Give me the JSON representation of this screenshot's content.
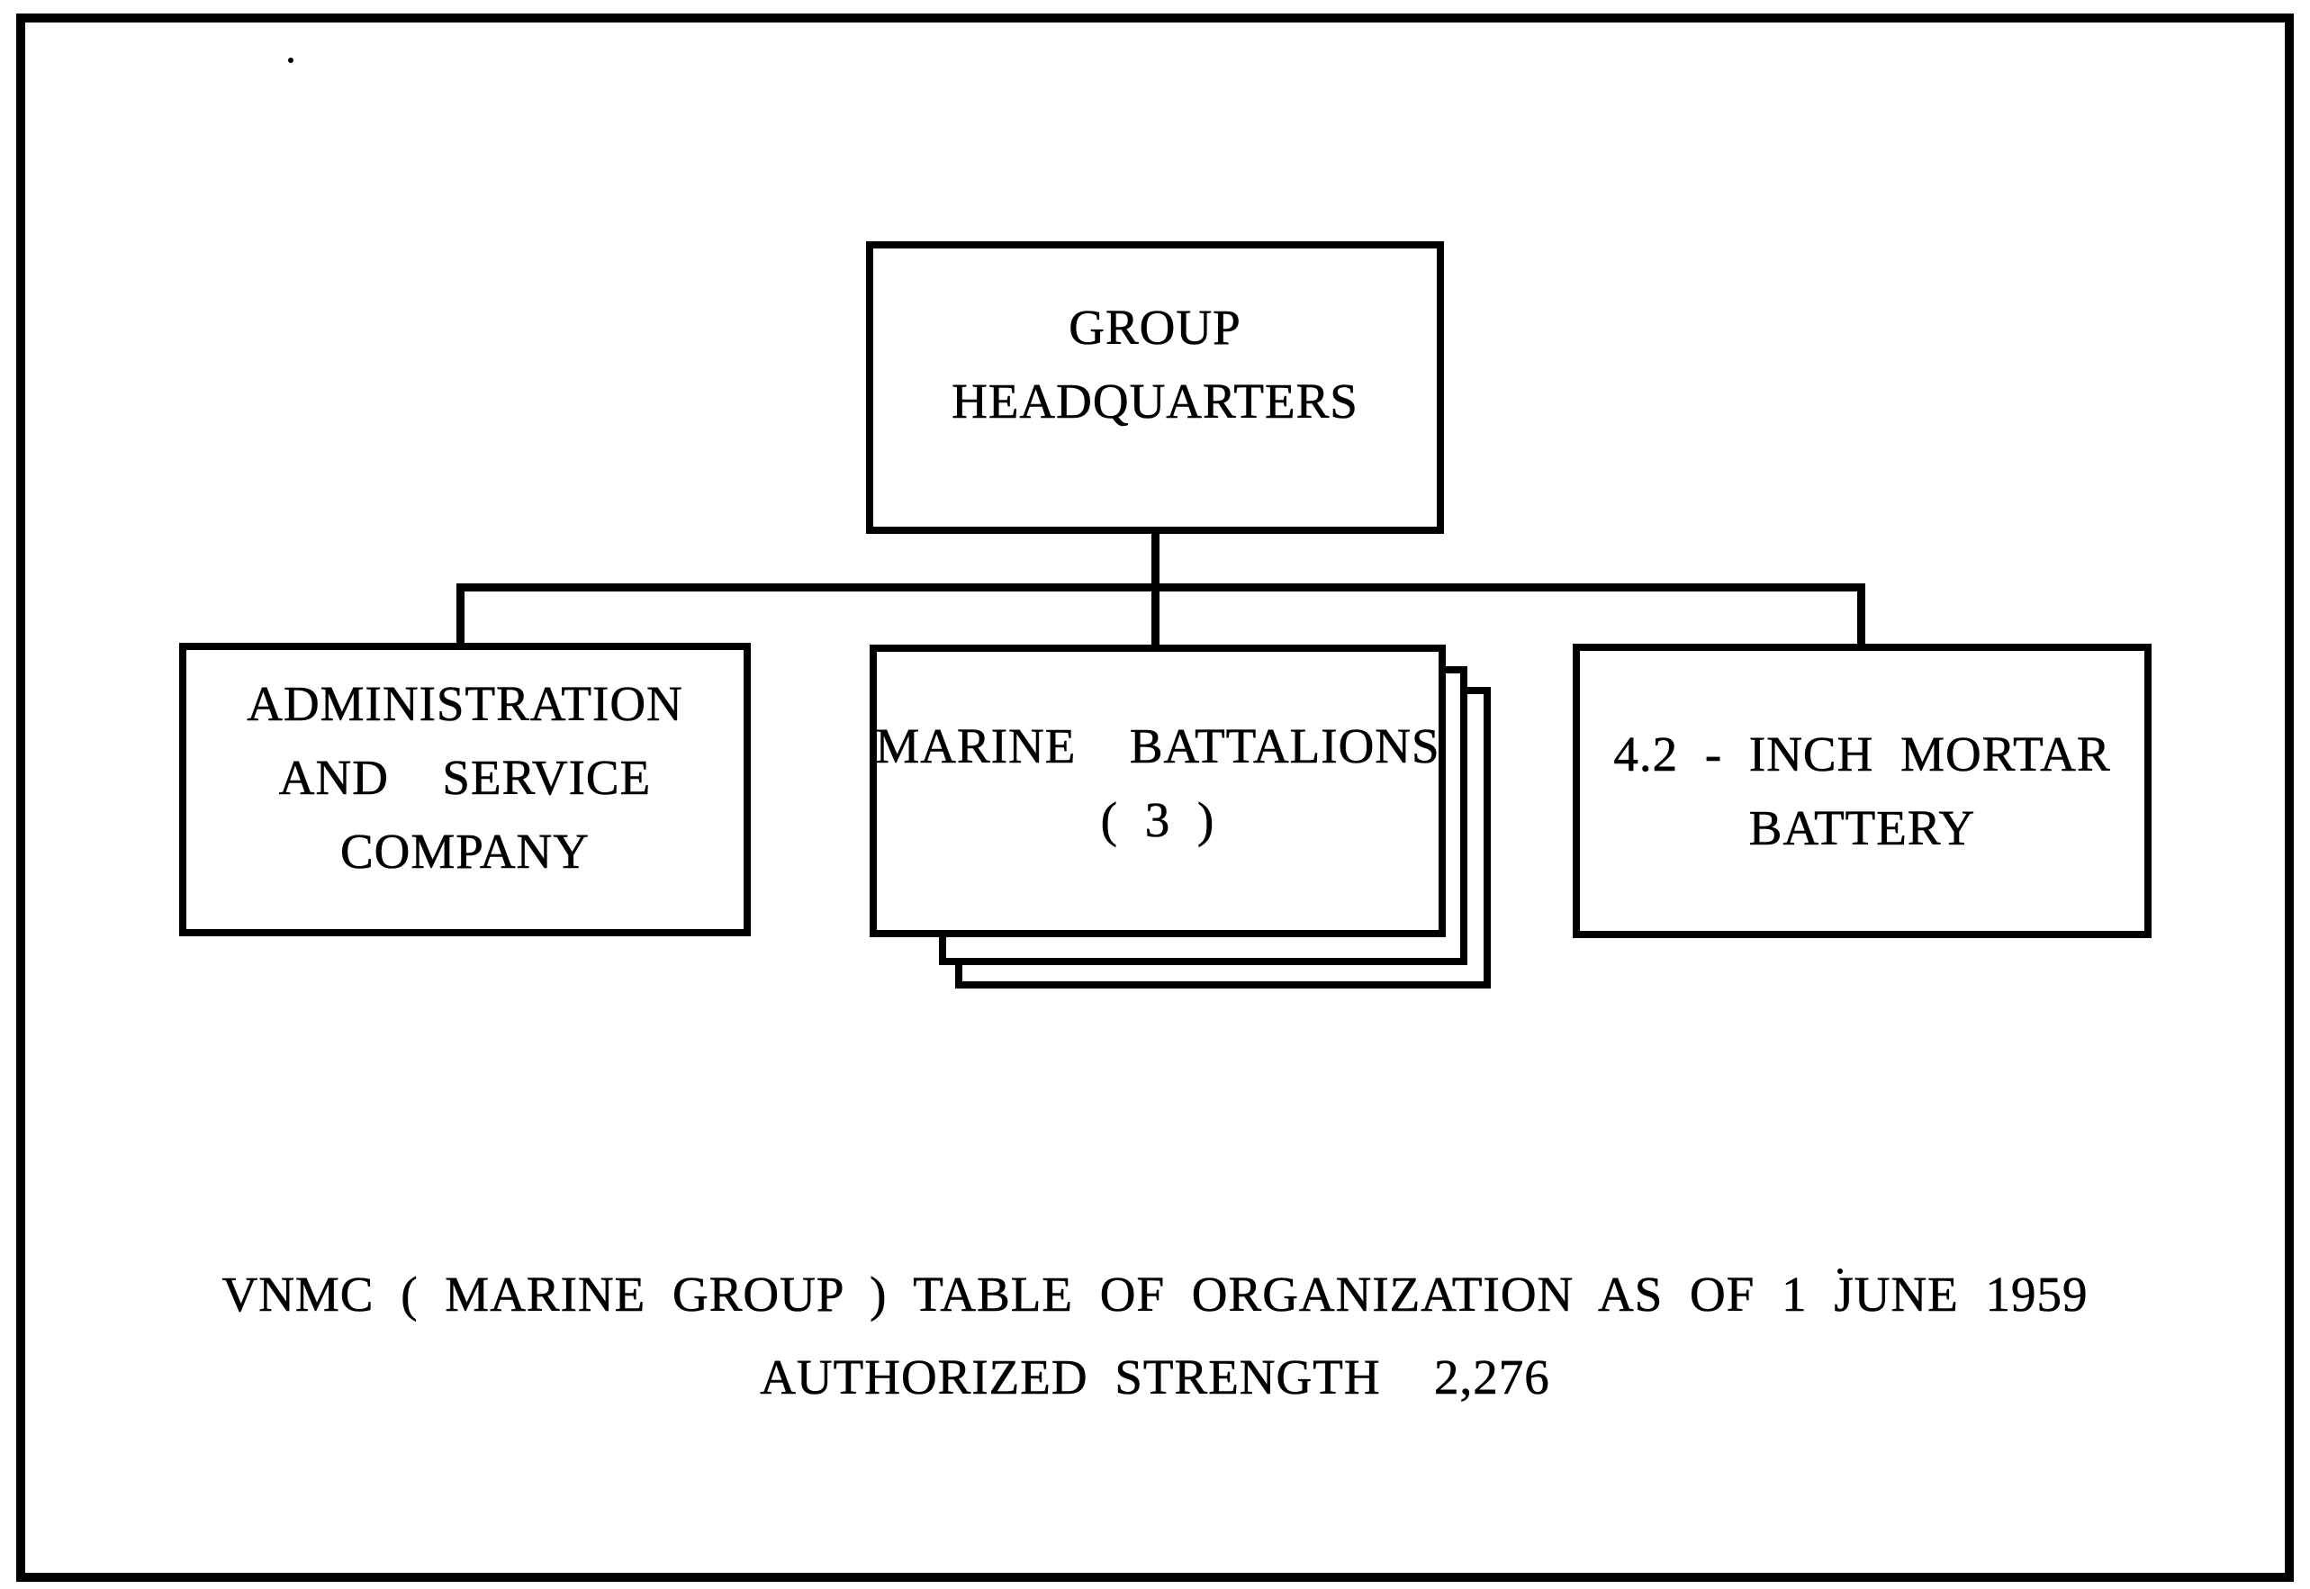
{
  "nodes": {
    "group_headquarters": {
      "lines": [
        "GROUP",
        "HEADQUARTERS"
      ]
    },
    "admin_service_company": {
      "lines": [
        "ADMINISTRATION",
        "AND  SERVICE",
        "COMPANY"
      ]
    },
    "marine_battalions": {
      "lines": [
        "MARINE  BATTALIONS",
        "( 3 )"
      ],
      "stack_count": 3
    },
    "mortar_battery": {
      "lines": [
        "4.2 - INCH MORTAR",
        "BATTERY"
      ]
    }
  },
  "caption": {
    "line1": "VNMC ( MARINE GROUP ) TABLE OF ORGANIZATION AS OF 1 JUNE 1959",
    "line2": "AUTHORIZED STRENGTH  2,276"
  },
  "colors": {
    "ink": "#000000",
    "paper": "#ffffff"
  }
}
